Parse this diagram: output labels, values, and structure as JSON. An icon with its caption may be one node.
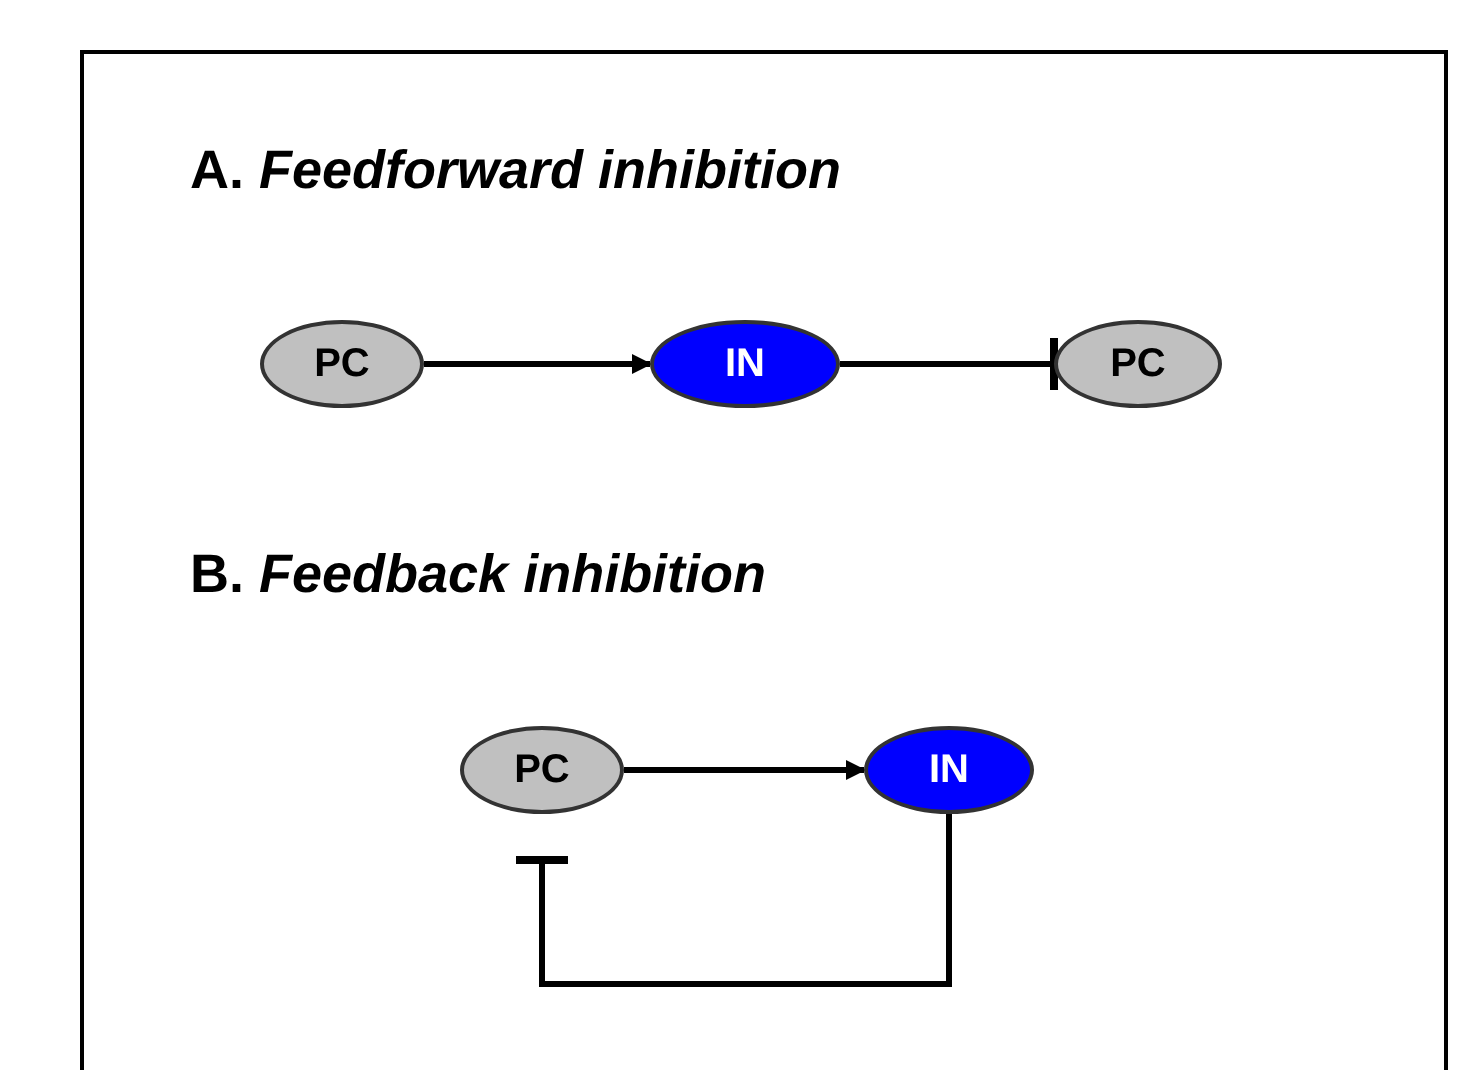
{
  "diagram": {
    "nodes": [
      {
        "text": [
          "PC"
        ]
      },
      {
        "text": [
          "IN"
        ]
      },
      {
        "text": [
          "PC"
        ]
      },
      {
        "text": [
          "PC"
        ]
      },
      {
        "text": [
          "IN"
        ]
      }
    ],
    "edges": [
      {
        "from": 0,
        "to": 1,
        "arrow": "to"
      },
      {
        "from": 1,
        "to": 2,
        "arrow": "other"
      },
      {
        "from": 3,
        "to": 4,
        "arrow": "to"
      },
      {
        "from": 4,
        "to": 3,
        "arrow": "other"
      }
    ],
    "labels": [
      "A. *Feedforward inhibition*",
      "B. *Feedback inhibition*"
    ]
  }
}
